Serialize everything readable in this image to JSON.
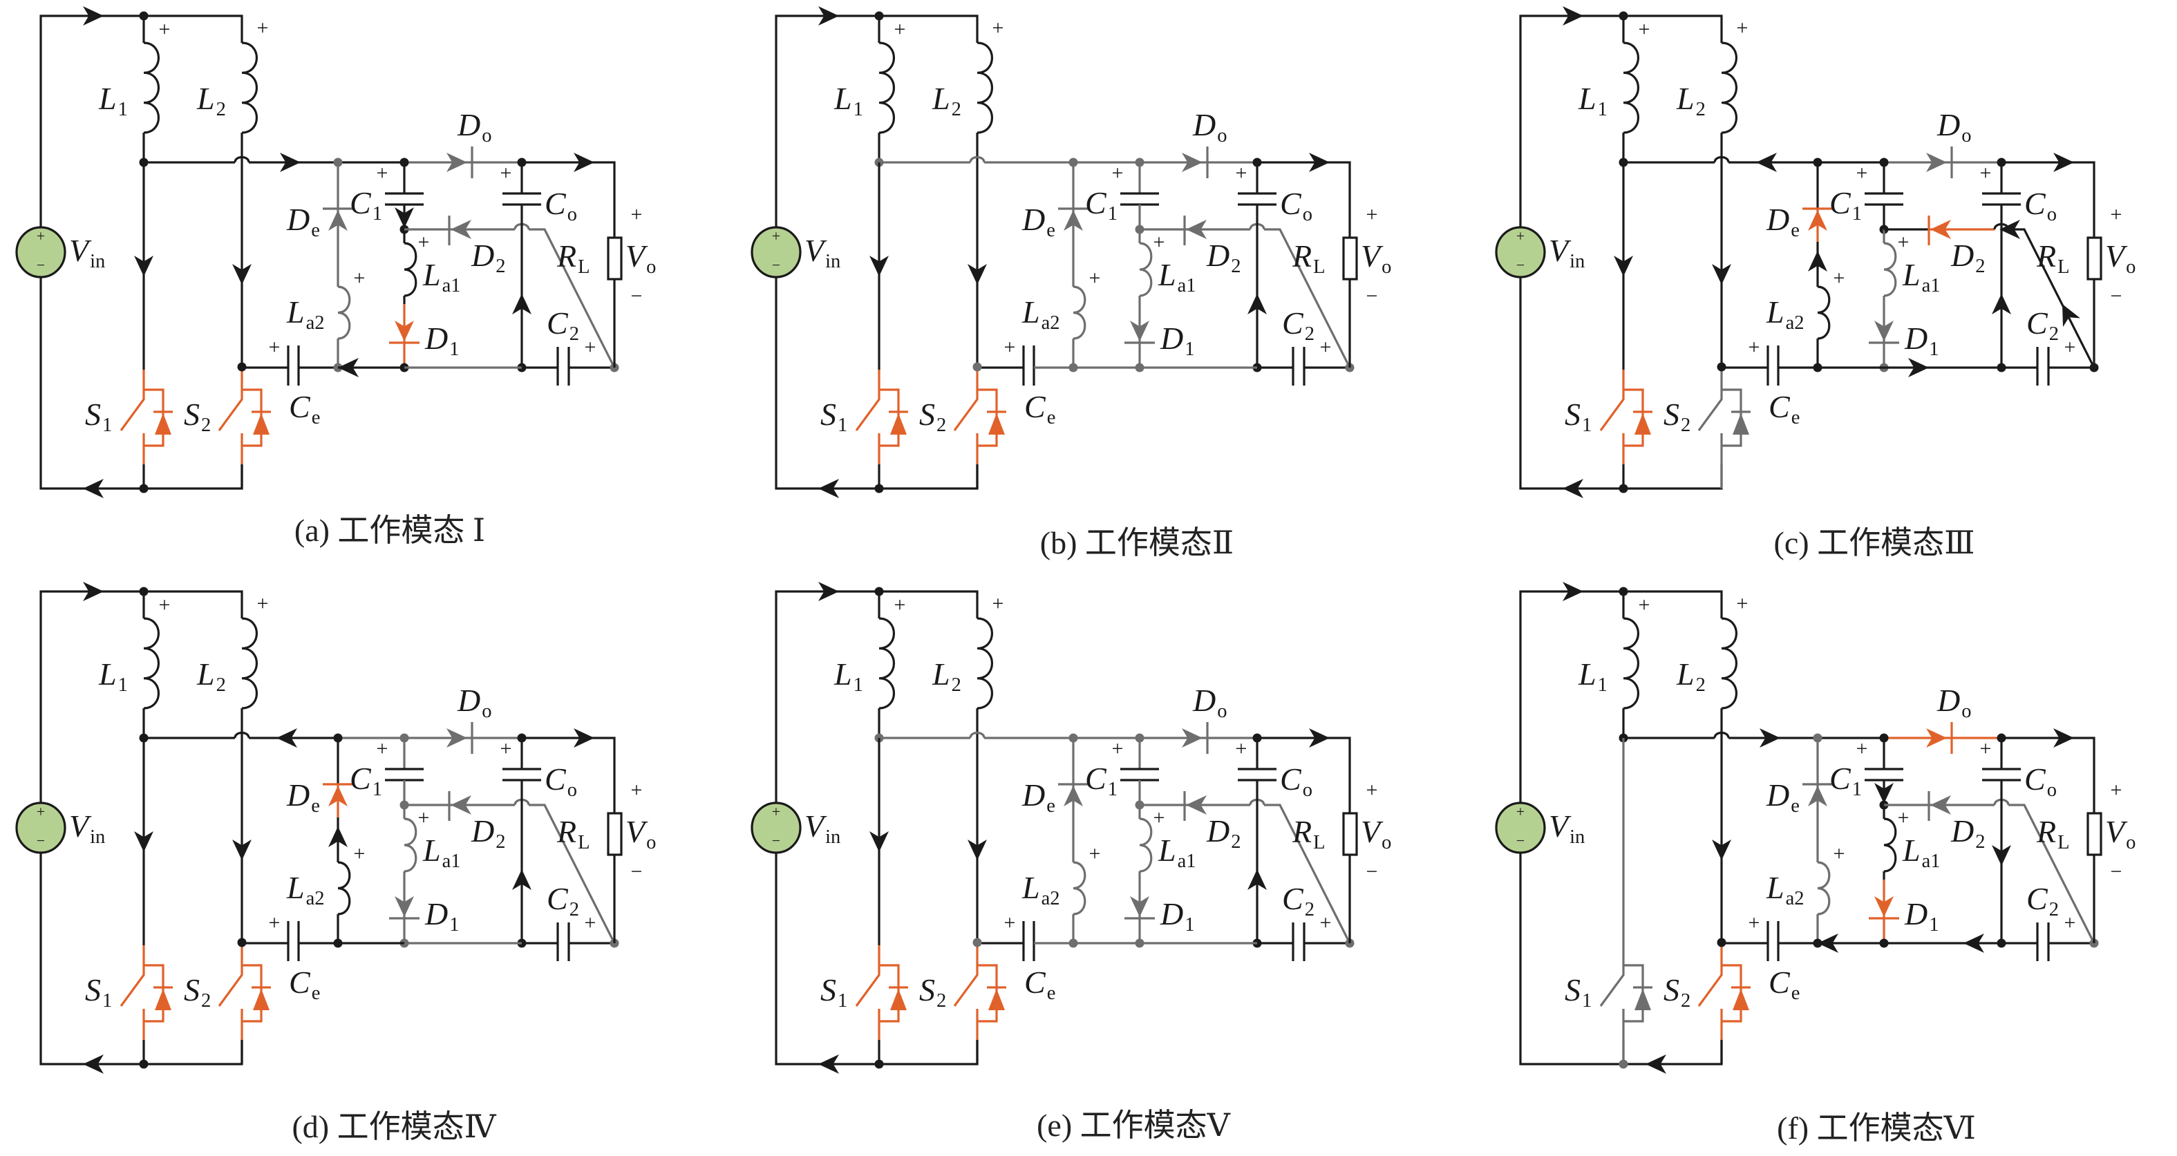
{
  "figure": {
    "colors": {
      "conducting": "#1a1a1a",
      "idle": "#6e6e6e",
      "active_device": "#e0622a",
      "source_fill": "#b5d192"
    },
    "labels": {
      "L1": {
        "main": "L",
        "sub": "1"
      },
      "L2": {
        "main": "L",
        "sub": "2"
      },
      "Vin": {
        "main": "V",
        "sub": "in"
      },
      "Do": {
        "main": "D",
        "sub": "o"
      },
      "C1": {
        "main": "C",
        "sub": "1"
      },
      "Co": {
        "main": "C",
        "sub": "o"
      },
      "De": {
        "main": "D",
        "sub": "e"
      },
      "D2": {
        "main": "D",
        "sub": "2"
      },
      "La1": {
        "main": "L",
        "sub": "a1"
      },
      "La2": {
        "main": "L",
        "sub": "a2"
      },
      "D1": {
        "main": "D",
        "sub": "1"
      },
      "RL": {
        "main": "R",
        "sub": "L"
      },
      "Vo": {
        "main": "V",
        "sub": "o"
      },
      "C2": {
        "main": "C",
        "sub": "2"
      },
      "Ce": {
        "main": "C",
        "sub": "e"
      },
      "S1": {
        "main": "S",
        "sub": "1"
      },
      "S2": {
        "main": "S",
        "sub": "2"
      },
      "plus": "+",
      "minus": "−"
    },
    "panels": [
      {
        "id": "a",
        "caption": "(a) 工作模态 Ⅰ",
        "state": {
          "top_bus": "k",
          "mid_left": "k",
          "mid_de_c1": "k",
          "do_left": "g",
          "do_right": "g",
          "out_top": "k",
          "de_branch": "g",
          "de_diode": "g",
          "la2": "g",
          "c1_upper": "k",
          "la1": "k",
          "d1_branch": "o",
          "d1_diode": "o",
          "d2_line": "g",
          "d2_diode": "g",
          "diag": "g",
          "co_branch": "k",
          "low_left": "k",
          "low_mid": "g",
          "low_right": "k",
          "rl": "k",
          "s1": "o",
          "s1_wire": "k",
          "s2": "o",
          "s2_wire": "k",
          "bottom_bus": "k",
          "node_mid_l1": "k",
          "node_de_top": "g",
          "node_c1_top": "k",
          "node_co_top": "k",
          "node_c1_mid": "k",
          "node_de_bot": "g",
          "node_c1_bot": "k",
          "node_co_bot": "k",
          "node_rl_bot": "g",
          "node_ce": "k",
          "node_bottom": "k"
        },
        "arrows": [
          {
            "at": "top_in",
            "dir": "right",
            "c": "k"
          },
          {
            "at": "bottom_out",
            "dir": "left",
            "c": "k"
          },
          {
            "at": "l1_down",
            "dir": "down",
            "c": "k"
          },
          {
            "at": "l2_down",
            "dir": "down",
            "c": "k"
          },
          {
            "at": "mid_bus",
            "dir": "right",
            "c": "k"
          },
          {
            "at": "do",
            "dir": "right",
            "c": "g"
          },
          {
            "at": "out_top",
            "dir": "right",
            "c": "k"
          },
          {
            "at": "de",
            "dir": "up",
            "c": "g"
          },
          {
            "at": "c1_down",
            "dir": "down",
            "c": "k"
          },
          {
            "at": "d1",
            "dir": "down",
            "c": "o"
          },
          {
            "at": "d2",
            "dir": "left",
            "c": "g"
          },
          {
            "at": "co_up",
            "dir": "up",
            "c": "k"
          },
          {
            "at": "low_de",
            "dir": "left",
            "c": "k"
          }
        ]
      },
      {
        "id": "b",
        "caption": "(b) 工作模态Ⅱ",
        "state": {
          "top_bus": "k",
          "mid_left": "g",
          "mid_de_c1": "g",
          "do_left": "g",
          "do_right": "g",
          "out_top": "k",
          "de_branch": "g",
          "de_diode": "g",
          "la2": "g",
          "c1_upper": "g",
          "la1": "g",
          "d1_branch": "g",
          "d1_diode": "g",
          "d2_line": "g",
          "d2_diode": "g",
          "diag": "g",
          "co_branch": "k",
          "low_left": "g",
          "low_mid": "g",
          "low_right": "k",
          "rl": "k",
          "s1": "o",
          "s1_wire": "k",
          "s2": "o",
          "s2_wire": "k",
          "bottom_bus": "k",
          "node_mid_l1": "g",
          "node_de_top": "g",
          "node_c1_top": "g",
          "node_co_top": "k",
          "node_c1_mid": "g",
          "node_de_bot": "g",
          "node_c1_bot": "g",
          "node_co_bot": "k",
          "node_rl_bot": "g",
          "node_ce": "g",
          "node_bottom": "k"
        },
        "arrows": [
          {
            "at": "top_in",
            "dir": "right",
            "c": "k"
          },
          {
            "at": "bottom_out",
            "dir": "left",
            "c": "k"
          },
          {
            "at": "l1_down",
            "dir": "down",
            "c": "k"
          },
          {
            "at": "l2_down",
            "dir": "down",
            "c": "k"
          },
          {
            "at": "do",
            "dir": "right",
            "c": "g"
          },
          {
            "at": "out_top",
            "dir": "right",
            "c": "k"
          },
          {
            "at": "de",
            "dir": "up",
            "c": "g"
          },
          {
            "at": "d1",
            "dir": "down",
            "c": "g"
          },
          {
            "at": "d2",
            "dir": "left",
            "c": "g"
          },
          {
            "at": "co_up",
            "dir": "up",
            "c": "k"
          }
        ]
      },
      {
        "id": "c",
        "caption": "(c) 工作模态Ⅲ",
        "state": {
          "top_bus": "k",
          "mid_left": "k",
          "mid_de_c1": "k",
          "do_left": "g",
          "do_right": "g",
          "out_top": "k",
          "de_branch": "k",
          "de_diode": "o",
          "la2": "k",
          "c1_upper": "k",
          "la1": "g",
          "d1_branch": "g",
          "d1_diode": "g",
          "d2_line": "k",
          "d2_diode": "o",
          "diag": "k",
          "co_branch": "k",
          "low_left": "k",
          "low_mid": "k",
          "low_right": "k",
          "rl": "k",
          "s1": "o",
          "s1_wire": "k",
          "s2": "g",
          "s2_wire": "g",
          "bottom_bus": "k",
          "node_mid_l1": "k",
          "node_de_top": "k",
          "node_c1_top": "k",
          "node_co_top": "k",
          "node_c1_mid": "k",
          "node_de_bot": "k",
          "node_c1_bot": "g",
          "node_co_bot": "k",
          "node_rl_bot": "k",
          "node_ce": "k",
          "node_bottom": "k"
        },
        "arrows": [
          {
            "at": "top_in",
            "dir": "right",
            "c": "k"
          },
          {
            "at": "bottom_out",
            "dir": "left",
            "c": "k"
          },
          {
            "at": "l1_down",
            "dir": "down",
            "c": "k"
          },
          {
            "at": "l2_down",
            "dir": "down",
            "c": "k"
          },
          {
            "at": "mid_bus",
            "dir": "left",
            "c": "k"
          },
          {
            "at": "do",
            "dir": "right",
            "c": "g"
          },
          {
            "at": "out_top",
            "dir": "right",
            "c": "k"
          },
          {
            "at": "de",
            "dir": "up",
            "c": "o"
          },
          {
            "at": "la2_up",
            "dir": "up",
            "c": "k"
          },
          {
            "at": "d1",
            "dir": "down",
            "c": "g"
          },
          {
            "at": "d2",
            "dir": "left",
            "c": "o"
          },
          {
            "at": "d2_right",
            "dir": "left",
            "c": "k"
          },
          {
            "at": "co_up",
            "dir": "up",
            "c": "k"
          },
          {
            "at": "diag_up",
            "dir": "upleft",
            "c": "k"
          },
          {
            "at": "low_mid",
            "dir": "right",
            "c": "k"
          }
        ]
      },
      {
        "id": "d",
        "caption": "(d) 工作模态Ⅳ",
        "state": {
          "top_bus": "k",
          "mid_left": "k",
          "mid_de_c1": "g",
          "do_left": "g",
          "do_right": "g",
          "out_top": "k",
          "de_branch": "k",
          "de_diode": "o",
          "la2": "k",
          "c1_upper": "g",
          "la1": "g",
          "d1_branch": "g",
          "d1_diode": "g",
          "d2_line": "g",
          "d2_diode": "g",
          "diag": "g",
          "co_branch": "k",
          "low_left": "k",
          "low_mid": "g",
          "low_right": "k",
          "rl": "k",
          "s1": "o",
          "s1_wire": "k",
          "s2": "o",
          "s2_wire": "k",
          "bottom_bus": "k",
          "node_mid_l1": "k",
          "node_de_top": "k",
          "node_c1_top": "g",
          "node_co_top": "k",
          "node_c1_mid": "g",
          "node_de_bot": "k",
          "node_c1_bot": "g",
          "node_co_bot": "k",
          "node_rl_bot": "g",
          "node_ce": "k",
          "node_bottom": "k"
        },
        "arrows": [
          {
            "at": "top_in",
            "dir": "right",
            "c": "k"
          },
          {
            "at": "bottom_out",
            "dir": "left",
            "c": "k"
          },
          {
            "at": "l1_down",
            "dir": "down",
            "c": "k"
          },
          {
            "at": "l2_down",
            "dir": "down",
            "c": "k"
          },
          {
            "at": "mid_bus",
            "dir": "left",
            "c": "k"
          },
          {
            "at": "do",
            "dir": "right",
            "c": "g"
          },
          {
            "at": "out_top",
            "dir": "right",
            "c": "k"
          },
          {
            "at": "de",
            "dir": "up",
            "c": "o"
          },
          {
            "at": "la2_up",
            "dir": "up",
            "c": "k"
          },
          {
            "at": "d1",
            "dir": "down",
            "c": "g"
          },
          {
            "at": "d2",
            "dir": "left",
            "c": "g"
          },
          {
            "at": "co_up",
            "dir": "up",
            "c": "k"
          }
        ]
      },
      {
        "id": "e",
        "caption": "(e) 工作模态Ⅴ",
        "state": {
          "top_bus": "k",
          "mid_left": "g",
          "mid_de_c1": "g",
          "do_left": "g",
          "do_right": "g",
          "out_top": "k",
          "de_branch": "g",
          "de_diode": "g",
          "la2": "g",
          "c1_upper": "g",
          "la1": "g",
          "d1_branch": "g",
          "d1_diode": "g",
          "d2_line": "g",
          "d2_diode": "g",
          "diag": "g",
          "co_branch": "k",
          "low_left": "g",
          "low_mid": "g",
          "low_right": "k",
          "rl": "k",
          "s1": "o",
          "s1_wire": "k",
          "s2": "o",
          "s2_wire": "k",
          "bottom_bus": "k",
          "node_mid_l1": "g",
          "node_de_top": "g",
          "node_c1_top": "g",
          "node_co_top": "k",
          "node_c1_mid": "g",
          "node_de_bot": "g",
          "node_c1_bot": "g",
          "node_co_bot": "k",
          "node_rl_bot": "g",
          "node_ce": "g",
          "node_bottom": "k"
        },
        "arrows": [
          {
            "at": "top_in",
            "dir": "right",
            "c": "k"
          },
          {
            "at": "bottom_out",
            "dir": "left",
            "c": "k"
          },
          {
            "at": "l1_down",
            "dir": "down",
            "c": "k"
          },
          {
            "at": "l2_down",
            "dir": "down",
            "c": "k"
          },
          {
            "at": "do",
            "dir": "right",
            "c": "g"
          },
          {
            "at": "out_top",
            "dir": "right",
            "c": "k"
          },
          {
            "at": "de",
            "dir": "up",
            "c": "g"
          },
          {
            "at": "d1",
            "dir": "down",
            "c": "g"
          },
          {
            "at": "d2",
            "dir": "left",
            "c": "g"
          },
          {
            "at": "co_up",
            "dir": "up",
            "c": "k"
          }
        ]
      },
      {
        "id": "f",
        "caption": "(f) 工作模态Ⅵ",
        "state": {
          "top_bus": "k",
          "mid_left": "k",
          "mid_de_c1": "k",
          "do_left": "o",
          "do_right": "o",
          "out_top": "k",
          "de_branch": "g",
          "de_diode": "g",
          "la2": "g",
          "c1_upper": "k",
          "la1": "k",
          "d1_branch": "o",
          "d1_diode": "o",
          "d2_line": "g",
          "d2_diode": "g",
          "diag": "g",
          "co_branch": "k",
          "low_left": "k",
          "low_mid": "k",
          "low_right": "k",
          "rl": "k",
          "s1": "g",
          "s1_wire": "g",
          "s2": "o",
          "s2_wire": "k",
          "bottom_bus": "k",
          "node_mid_l1": "k",
          "node_de_top": "g",
          "node_c1_top": "k",
          "node_co_top": "k",
          "node_c1_mid": "k",
          "node_de_bot": "k",
          "node_c1_bot": "k",
          "node_co_bot": "k",
          "node_rl_bot": "g",
          "node_ce": "k",
          "node_bottom": "g"
        },
        "arrows": [
          {
            "at": "top_in",
            "dir": "right",
            "c": "k"
          },
          {
            "at": "bottom_out_right",
            "dir": "left",
            "c": "k"
          },
          {
            "at": "l2_down",
            "dir": "down",
            "c": "k"
          },
          {
            "at": "mid_bus",
            "dir": "right",
            "c": "k"
          },
          {
            "at": "do",
            "dir": "right",
            "c": "o"
          },
          {
            "at": "out_top",
            "dir": "right",
            "c": "k"
          },
          {
            "at": "de",
            "dir": "up",
            "c": "g"
          },
          {
            "at": "c1_down",
            "dir": "down",
            "c": "k"
          },
          {
            "at": "d1",
            "dir": "down",
            "c": "o"
          },
          {
            "at": "d2",
            "dir": "left",
            "c": "g"
          },
          {
            "at": "co_down",
            "dir": "down",
            "c": "k"
          },
          {
            "at": "low_de",
            "dir": "left",
            "c": "k"
          },
          {
            "at": "low_right_arrow",
            "dir": "left",
            "c": "k"
          }
        ]
      }
    ]
  }
}
